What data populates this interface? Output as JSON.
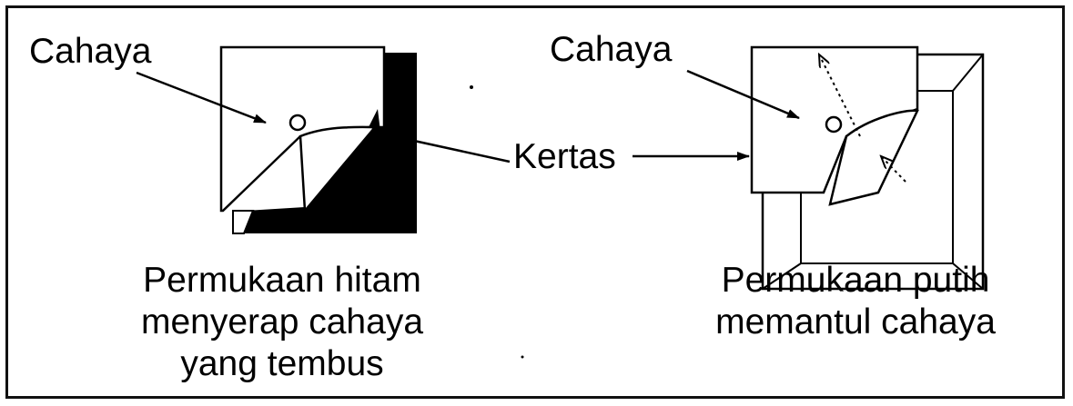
{
  "labels": {
    "light_left": "Cahaya",
    "light_right": "Cahaya",
    "paper": "Kertas"
  },
  "captions": {
    "left": [
      "Permukaan hitam",
      "menyerap cahaya",
      "yang tembus"
    ],
    "right": [
      "Permukaan putih",
      "memantul cahaya"
    ]
  },
  "colors": {
    "ink": "#000000",
    "paper": "#ffffff",
    "black_surface": "#000000"
  }
}
